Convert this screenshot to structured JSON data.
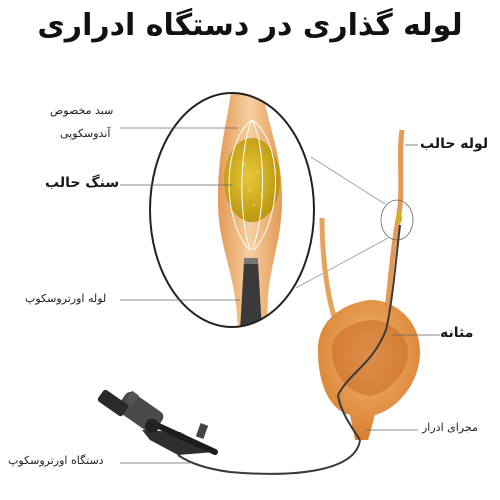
{
  "title": "لوله گذاری در دستگاه ادراری",
  "labels": {
    "basket_line1": "سبد مخصوص",
    "basket_line2": "آندوسکوپی",
    "stone": "سنگ حالب",
    "ureteroscope_tube": "لوله اورتروسکوپ",
    "ureteroscope_device": "دستگاه اورتروسکوپ",
    "ureter": "لوله حالب",
    "bladder": "مثانه",
    "urethra": "مجرای ادرار"
  },
  "colors": {
    "tissue": "#e8a15d",
    "tissue_light": "#f6cfa0",
    "stone": "#d4b21a",
    "scope": "#3a3a3a"
  }
}
